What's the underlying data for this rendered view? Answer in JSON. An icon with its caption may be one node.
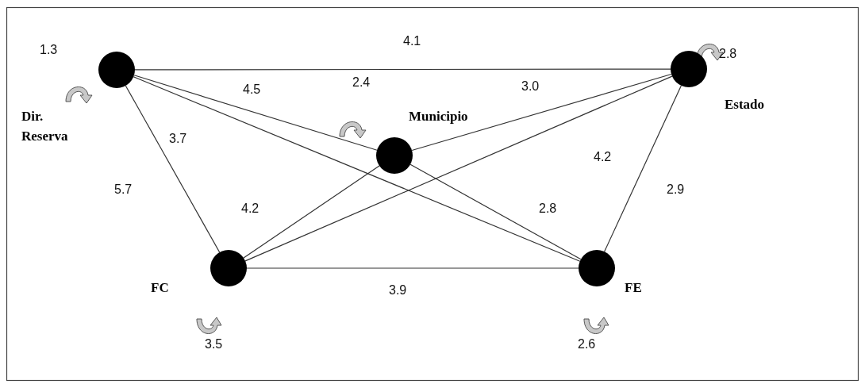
{
  "diagram": {
    "nodes": [
      {
        "text": [
          "Dir. Reserva"
        ]
      },
      {
        "text": [
          "Municipio"
        ]
      },
      {
        "text": [
          "Estado"
        ]
      },
      {
        "text": [
          "FC"
        ]
      },
      {
        "text": [
          "FE"
        ]
      }
    ],
    "edges": [
      {
        "from": 0,
        "to": 2,
        "arrow": "none"
      },
      {
        "from": 0,
        "to": 1,
        "arrow": "none"
      },
      {
        "from": 0,
        "to": 4,
        "arrow": "none"
      },
      {
        "from": 0,
        "to": 3,
        "arrow": "none"
      },
      {
        "from": 1,
        "to": 2,
        "arrow": "none"
      },
      {
        "from": 3,
        "to": 2,
        "arrow": "none"
      },
      {
        "from": 1,
        "to": 3,
        "arrow": "none"
      },
      {
        "from": 1,
        "to": 4,
        "arrow": "none"
      },
      {
        "from": 2,
        "to": 4,
        "arrow": "none"
      },
      {
        "from": 3,
        "to": 4,
        "arrow": "none"
      }
    ],
    "labels": [
      "1.3",
      "4.1",
      "2.8",
      "4.5",
      "2.4",
      "3.0",
      "3.7",
      "4.2",
      "5.7",
      "2.9",
      "4.2",
      "2.8",
      "3.9",
      "3.5",
      "2.6"
    ]
  }
}
